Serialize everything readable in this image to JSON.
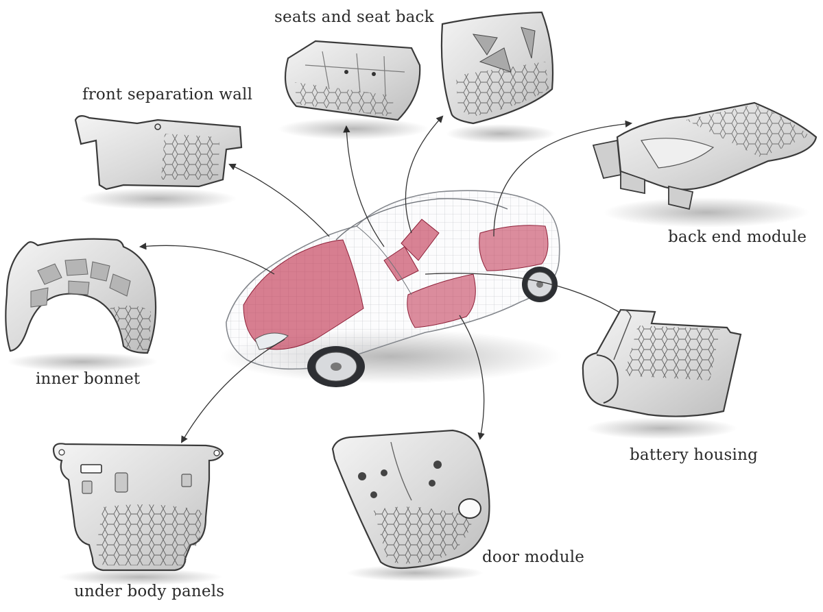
{
  "parts": [
    {
      "id": "seats",
      "label": "seats and seat back"
    },
    {
      "id": "front-wall",
      "label": "front separation wall"
    },
    {
      "id": "back-end",
      "label": "back end module"
    },
    {
      "id": "inner-bonnet",
      "label": "inner bonnet"
    },
    {
      "id": "battery",
      "label": "battery housing"
    },
    {
      "id": "door",
      "label": "door module"
    },
    {
      "id": "under-body",
      "label": "under body panels"
    }
  ],
  "colors": {
    "part_fill": "#e6e6e6",
    "part_stroke": "#3a3a3a",
    "car_highlight": "#c0304e",
    "wire": "#9aa0a6",
    "arrow": "#333333"
  },
  "icons": {
    "car": "car-wireframe-icon",
    "part": "component-part-icon",
    "arrow": "arrow-icon"
  }
}
